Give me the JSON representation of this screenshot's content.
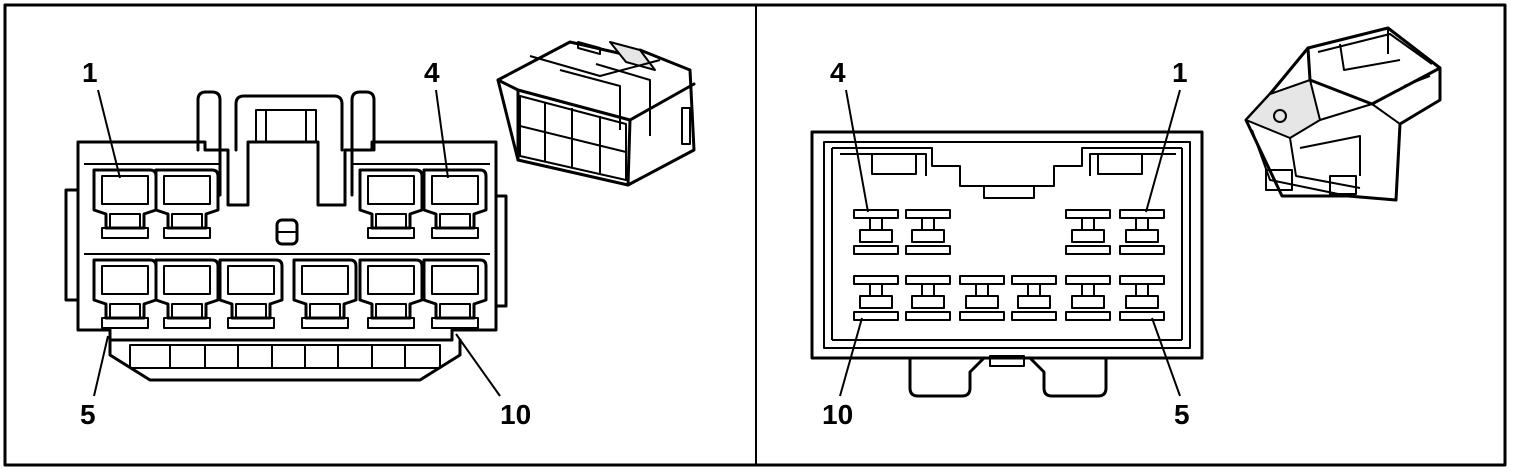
{
  "panels": [
    {
      "name": "left-connector-view",
      "labels": {
        "top_left": "1",
        "top_right": "4",
        "bottom_left": "5",
        "bottom_right": "10"
      }
    },
    {
      "name": "right-connector-view",
      "labels": {
        "top_left": "4",
        "top_right": "1",
        "bottom_left": "10",
        "bottom_right": "5"
      }
    }
  ]
}
